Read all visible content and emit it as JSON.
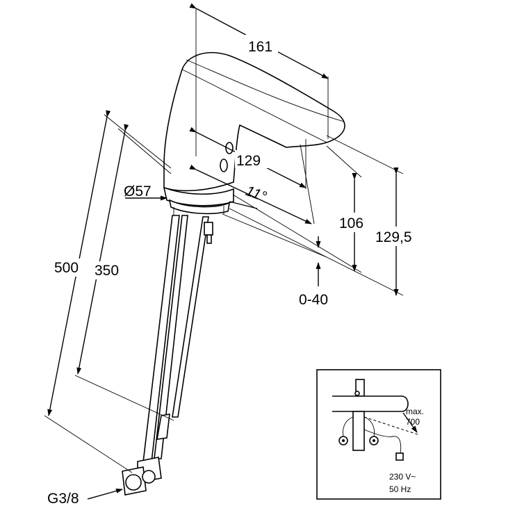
{
  "dimensions": {
    "width_top": "161",
    "spout_reach": "129",
    "angle": "11°",
    "base_diameter": "Ø57",
    "height_outlet": "106",
    "height_total": "129,5",
    "counter_thickness": "0-40",
    "hose_length": "500",
    "rod_length": "350",
    "thread": "G3/8"
  },
  "inset": {
    "max_label": "max.",
    "max_value": "700",
    "voltage": "230 V~",
    "frequency": "50 Hz"
  }
}
